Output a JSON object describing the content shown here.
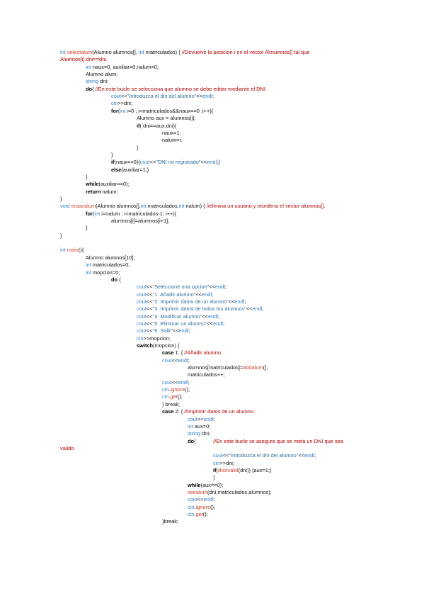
{
  "colors": {
    "keyword": "#000000",
    "type": "#2f7fc7",
    "string": "#2d6f9f",
    "comment": "#b00000",
    "function": "#d0412f",
    "plain": "#111111"
  },
  "lines": [
    {
      "indent": 0,
      "row": 0,
      "tokens": [
        [
          "t",
          "int "
        ],
        [
          "f",
          "selectalum"
        ],
        [
          "p",
          "(Alumno alumnos[], "
        ],
        [
          "t",
          "int "
        ],
        [
          "p",
          "matriculados) { "
        ],
        [
          "c",
          "//Devuelve la posicion i en el vector Almumnos[] tal que"
        ]
      ]
    },
    {
      "indent": 0,
      "row": 1,
      "tokens": [
        [
          "c",
          "Alumnos[i].dni==dni."
        ]
      ]
    },
    {
      "indent": 1,
      "row": 2,
      "tokens": [
        [
          "t",
          "int "
        ],
        [
          "p",
          "naux=0, auxiliar=0,nalum=0;"
        ]
      ]
    },
    {
      "indent": 1,
      "row": 3,
      "tokens": [
        [
          "p",
          "Alumno alum;"
        ]
      ]
    },
    {
      "indent": 1,
      "row": 4,
      "tokens": [
        [
          "t",
          "string "
        ],
        [
          "p",
          "dni;"
        ]
      ]
    },
    {
      "indent": 1,
      "row": 5,
      "tokens": [
        [
          "k",
          "do"
        ],
        [
          "p",
          "{ "
        ],
        [
          "c",
          "//En este bucle se selecciona que alumno se debe editar mediante el DNI."
        ]
      ]
    },
    {
      "indent": 2,
      "row": 6,
      "tokens": [
        [
          "t",
          "cout"
        ],
        [
          "p",
          "<<"
        ],
        [
          "s",
          "\"Introduzca el dni del alumno\""
        ],
        [
          "p",
          "<<"
        ],
        [
          "t",
          "endl"
        ],
        [
          "p",
          ";"
        ]
      ]
    },
    {
      "indent": 2,
      "row": 7,
      "tokens": [
        [
          "t",
          "cin"
        ],
        [
          "p",
          ">>dni;"
        ]
      ]
    },
    {
      "indent": 2,
      "row": 8,
      "tokens": [
        [
          "k",
          "for"
        ],
        [
          "p",
          "("
        ],
        [
          "t",
          "int "
        ],
        [
          "p",
          "i=0 ; i<matriculados&&naux==0 ;i++){"
        ]
      ]
    },
    {
      "indent": 3,
      "row": 9,
      "tokens": [
        [
          "p",
          "Alumno aux = alumnos[i];"
        ]
      ]
    },
    {
      "indent": 3,
      "row": 10,
      "tokens": [
        [
          "k",
          "if"
        ],
        [
          "p",
          "( dni==aux.dni){"
        ]
      ]
    },
    {
      "indent": 4,
      "row": 11,
      "tokens": [
        [
          "p",
          "naux=1;"
        ]
      ]
    },
    {
      "indent": 4,
      "row": 12,
      "tokens": [
        [
          "p",
          "nalum=i;"
        ]
      ]
    },
    {
      "indent": 3,
      "row": 13,
      "tokens": [
        [
          "p",
          "}"
        ]
      ]
    },
    {
      "indent": 2,
      "row": 14,
      "tokens": [
        [
          "p",
          "}"
        ]
      ]
    },
    {
      "indent": 2,
      "row": 15,
      "tokens": [
        [
          "k",
          "if"
        ],
        [
          "p",
          "(naux==0){"
        ],
        [
          "t",
          "cout"
        ],
        [
          "p",
          "<<"
        ],
        [
          "s",
          "\"DNI no registrado\""
        ],
        [
          "p",
          "<<"
        ],
        [
          "t",
          "endl"
        ],
        [
          "p",
          ";}"
        ]
      ]
    },
    {
      "indent": 2,
      "row": 16,
      "tokens": [
        [
          "k",
          "else"
        ],
        [
          "p",
          "{auxiliar=1;}"
        ]
      ]
    },
    {
      "indent": 1,
      "row": 17,
      "tokens": [
        [
          "p",
          "}"
        ]
      ]
    },
    {
      "indent": 1,
      "row": 18,
      "tokens": [
        [
          "k",
          "while"
        ],
        [
          "p",
          "(auxiliar==0);"
        ]
      ]
    },
    {
      "indent": 1,
      "row": 19,
      "tokens": [
        [
          "k",
          "return "
        ],
        [
          "p",
          "nalum;"
        ]
      ]
    },
    {
      "indent": 0,
      "row": 20,
      "tokens": [
        [
          "p",
          "}"
        ]
      ]
    },
    {
      "indent": 0,
      "row": 21,
      "tokens": [
        [
          "t",
          "void "
        ],
        [
          "f",
          "erasealum"
        ],
        [
          "p",
          "(Alumno alumnos[],"
        ],
        [
          "t",
          "int "
        ],
        [
          "p",
          "matriculados,"
        ],
        [
          "t",
          "int "
        ],
        [
          "p",
          "nalum) { "
        ],
        [
          "c",
          "//elimina un usuario y reordena el vector alumnos[]."
        ]
      ]
    },
    {
      "indent": 1,
      "row": 22,
      "tokens": [
        [
          "k",
          "for"
        ],
        [
          "p",
          "("
        ],
        [
          "t",
          "int "
        ],
        [
          "p",
          "i=nalum ; i<matriculados-1; i++){"
        ]
      ]
    },
    {
      "indent": 2,
      "row": 23,
      "tokens": [
        [
          "p",
          "alumnos[i]=alumnos[i+1];"
        ]
      ]
    },
    {
      "indent": 1,
      "row": 24,
      "tokens": [
        [
          "p",
          "}"
        ]
      ]
    },
    {
      "indent": 0,
      "row": 25,
      "tokens": [
        [
          "p",
          "}"
        ]
      ]
    },
    {
      "indent": 0,
      "row": 27,
      "tokens": [
        [
          "t",
          "int "
        ],
        [
          "f",
          "main"
        ],
        [
          "p",
          "(){"
        ]
      ]
    },
    {
      "indent": 1,
      "row": 28,
      "tokens": [
        [
          "p",
          "Alumno alumnos[10];"
        ]
      ]
    },
    {
      "indent": 1,
      "row": 29,
      "tokens": [
        [
          "t",
          "int "
        ],
        [
          "p",
          "matriculados=0;"
        ]
      ]
    },
    {
      "indent": 1,
      "row": 30,
      "tokens": [
        [
          "t",
          "int "
        ],
        [
          "p",
          "mopcion=0;"
        ]
      ]
    },
    {
      "indent": 2,
      "row": 31,
      "tokens": [
        [
          "k",
          "do "
        ],
        [
          "p",
          "{"
        ]
      ]
    },
    {
      "indent": 3,
      "row": 32,
      "tokens": [
        [
          "t",
          "cout"
        ],
        [
          "p",
          "<<"
        ],
        [
          "s",
          "\"Seleccione una opcion\""
        ],
        [
          "p",
          "<<"
        ],
        [
          "t",
          "endl"
        ],
        [
          "p",
          ";"
        ]
      ]
    },
    {
      "indent": 3,
      "row": 33,
      "tokens": [
        [
          "t",
          "cout"
        ],
        [
          "p",
          "<<"
        ],
        [
          "s",
          "\"1. Añadir alumno\""
        ],
        [
          "p",
          "<<"
        ],
        [
          "t",
          "endl"
        ],
        [
          "p",
          ";"
        ]
      ]
    },
    {
      "indent": 3,
      "row": 34,
      "tokens": [
        [
          "t",
          "cout"
        ],
        [
          "p",
          "<<"
        ],
        [
          "s",
          "\"2. Imprimir datos de un alumno\""
        ],
        [
          "p",
          "<<"
        ],
        [
          "t",
          "endl"
        ],
        [
          "p",
          ";"
        ]
      ]
    },
    {
      "indent": 3,
      "row": 35,
      "tokens": [
        [
          "t",
          "cout"
        ],
        [
          "p",
          "<<"
        ],
        [
          "s",
          "\"3. Imprimir datos de todos los alumnos\""
        ],
        [
          "p",
          "<<"
        ],
        [
          "t",
          "endl"
        ],
        [
          "p",
          ";"
        ]
      ]
    },
    {
      "indent": 3,
      "row": 36,
      "tokens": [
        [
          "t",
          "cout"
        ],
        [
          "p",
          "<<"
        ],
        [
          "s",
          "\"4. Modificar alumno\""
        ],
        [
          "p",
          "<<"
        ],
        [
          "t",
          "endl"
        ],
        [
          "p",
          ";"
        ]
      ]
    },
    {
      "indent": 3,
      "row": 37,
      "tokens": [
        [
          "t",
          "cout"
        ],
        [
          "p",
          "<<"
        ],
        [
          "s",
          "\"5. Eliminar un alumno\""
        ],
        [
          "p",
          "<<"
        ],
        [
          "t",
          "endl"
        ],
        [
          "p",
          ";"
        ]
      ]
    },
    {
      "indent": 3,
      "row": 38,
      "tokens": [
        [
          "t",
          "cout"
        ],
        [
          "p",
          "<<"
        ],
        [
          "s",
          "\"6. Salir\""
        ],
        [
          "p",
          "<<"
        ],
        [
          "t",
          "endl"
        ],
        [
          "p",
          ";"
        ]
      ]
    },
    {
      "indent": 3,
      "row": 39,
      "tokens": [
        [
          "t",
          "cin"
        ],
        [
          "p",
          ">>mopcion;"
        ]
      ]
    },
    {
      "indent": 3,
      "row": 40,
      "tokens": [
        [
          "k",
          "switch"
        ],
        [
          "p",
          "(mopcion) {"
        ]
      ]
    },
    {
      "indent": 4,
      "row": 41,
      "tokens": [
        [
          "k",
          "case "
        ],
        [
          "p",
          "1: { "
        ],
        [
          "c",
          "//Añadir alumno."
        ]
      ]
    },
    {
      "indent": 4,
      "row": 42,
      "tokens": [
        [
          "t",
          "cout"
        ],
        [
          "p",
          "<<"
        ],
        [
          "t",
          "endl"
        ],
        [
          "p",
          ";"
        ]
      ]
    },
    {
      "indent": 5,
      "row": 43,
      "tokens": [
        [
          "p",
          "alumnos[matriculados]="
        ],
        [
          "f",
          "addalum"
        ],
        [
          "p",
          "();"
        ]
      ]
    },
    {
      "indent": 5,
      "row": 44,
      "tokens": [
        [
          "p",
          "matriculados++;"
        ]
      ]
    },
    {
      "indent": 4,
      "row": 45,
      "tokens": [
        [
          "t",
          "cout"
        ],
        [
          "p",
          "<<"
        ],
        [
          "t",
          "endl"
        ],
        [
          "p",
          ";"
        ]
      ]
    },
    {
      "indent": 4,
      "row": 46,
      "tokens": [
        [
          "t",
          "cin"
        ],
        [
          "p",
          "."
        ],
        [
          "f",
          "ignore"
        ],
        [
          "p",
          "();"
        ]
      ]
    },
    {
      "indent": 4,
      "row": 47,
      "tokens": [
        [
          "t",
          "cin"
        ],
        [
          "p",
          "."
        ],
        [
          "f",
          "get"
        ],
        [
          "p",
          "();"
        ]
      ]
    },
    {
      "indent": 4,
      "row": 48,
      "tokens": [
        [
          "p",
          "} break;"
        ]
      ]
    },
    {
      "indent": 4,
      "row": 49,
      "tokens": [
        [
          "k",
          "case "
        ],
        [
          "p",
          "2: { "
        ],
        [
          "c",
          "//Imprimir datos de un alumno."
        ]
      ]
    },
    {
      "indent": 5,
      "row": 50,
      "tokens": [
        [
          "t",
          "cout"
        ],
        [
          "p",
          "<<"
        ],
        [
          "t",
          "endl"
        ],
        [
          "p",
          ";"
        ]
      ]
    },
    {
      "indent": 5,
      "row": 51,
      "tokens": [
        [
          "t",
          "int "
        ],
        [
          "p",
          "aux=0;"
        ]
      ]
    },
    {
      "indent": 5,
      "row": 52,
      "tokens": [
        [
          "t",
          "string "
        ],
        [
          "p",
          "dni;"
        ]
      ]
    },
    {
      "indent": 5,
      "row": 53,
      "tokens": [
        [
          "k",
          "do"
        ],
        [
          "p",
          "{            "
        ],
        [
          "c",
          "//En este bucle se asegura que se meta un DNI que sea"
        ]
      ]
    },
    {
      "indent": 0,
      "row": 54,
      "tokens": [
        [
          "c",
          "valido."
        ]
      ]
    },
    {
      "indent": 6,
      "row": 55,
      "tokens": [
        [
          "t",
          "cout"
        ],
        [
          "p",
          "<<"
        ],
        [
          "s",
          "\"Introduzca el dni del alumno\""
        ],
        [
          "p",
          "<<"
        ],
        [
          "t",
          "endl"
        ],
        [
          "p",
          ";"
        ]
      ]
    },
    {
      "indent": 6,
      "row": 56,
      "tokens": [
        [
          "t",
          "cin"
        ],
        [
          "p",
          ">>dni;"
        ]
      ]
    },
    {
      "indent": 6,
      "row": 57,
      "tokens": [
        [
          "k",
          "if"
        ],
        [
          "p",
          "("
        ],
        [
          "f",
          "dnisvalid"
        ],
        [
          "p",
          "(dni)) {aux=1;}"
        ]
      ]
    },
    {
      "indent": 6,
      "row": 58,
      "tokens": [
        [
          "p",
          "}"
        ]
      ]
    },
    {
      "indent": 5,
      "row": 59,
      "tokens": [
        [
          "k",
          "while"
        ],
        [
          "p",
          "(aux==0);"
        ]
      ]
    },
    {
      "indent": 5,
      "row": 60,
      "tokens": [
        [
          "f",
          "seealum"
        ],
        [
          "p",
          "(dni,matriculados,alumnos);"
        ]
      ]
    },
    {
      "indent": 5,
      "row": 61,
      "tokens": [
        [
          "t",
          "cout"
        ],
        [
          "p",
          "<<"
        ],
        [
          "t",
          "endl"
        ],
        [
          "p",
          ";"
        ]
      ]
    },
    {
      "indent": 5,
      "row": 62,
      "tokens": [
        [
          "t",
          "cin"
        ],
        [
          "p",
          "."
        ],
        [
          "f",
          "ignore"
        ],
        [
          "p",
          "();"
        ]
      ]
    },
    {
      "indent": 5,
      "row": 63,
      "tokens": [
        [
          "t",
          "cin"
        ],
        [
          "p",
          "."
        ],
        [
          "f",
          "get"
        ],
        [
          "p",
          "();"
        ]
      ]
    },
    {
      "indent": 4,
      "row": 64,
      "tokens": [
        [
          "p",
          "}break;"
        ]
      ]
    }
  ]
}
